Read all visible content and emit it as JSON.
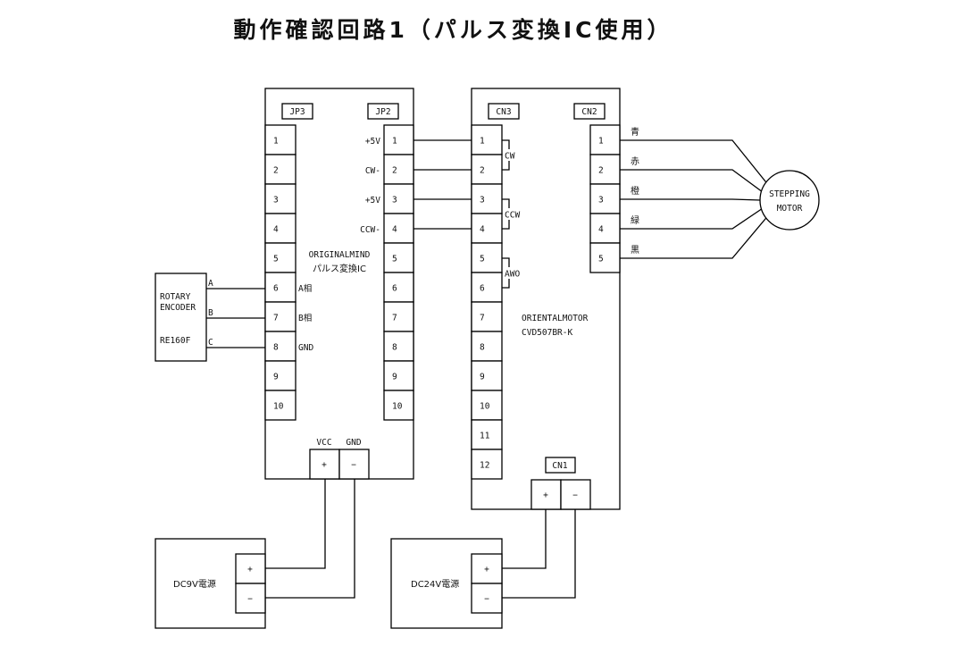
{
  "title": "動作確認回路1（パルス変換IC使用）",
  "board_pulse_ic": {
    "name_line1": "ORIGINALMIND",
    "name_line2": "パルス変換IC",
    "left_connector": "JP3",
    "right_connector": "JP2",
    "left_pins": [
      "1",
      "2",
      "3",
      "4",
      "5",
      "6",
      "7",
      "8",
      "9",
      "10"
    ],
    "right_pins": [
      "1",
      "2",
      "3",
      "4",
      "5",
      "6",
      "7",
      "8",
      "9",
      "10"
    ],
    "left_pin_labels": {
      "6": "A相",
      "7": "B相",
      "8": "GND"
    },
    "right_pin_labels": {
      "1": "+5V",
      "2": "CW-",
      "3": "+5V",
      "4": "CCW-"
    },
    "power_labels": [
      "VCC",
      "GND"
    ],
    "power_terminals": [
      "+",
      "−"
    ]
  },
  "board_driver": {
    "name_line1": "ORIENTALMOTOR",
    "name_line2": "CVD507BR-K",
    "left_connector": "CN3",
    "right_connector": "CN2",
    "power_connector": "CN1",
    "left_pins": [
      "1",
      "2",
      "3",
      "4",
      "5",
      "6",
      "7",
      "8",
      "9",
      "10",
      "11",
      "12"
    ],
    "right_pins": [
      "1",
      "2",
      "3",
      "4",
      "5"
    ],
    "pin_groups": [
      {
        "label": "CW",
        "pins": [
          "1",
          "2"
        ]
      },
      {
        "label": "CCW",
        "pins": [
          "3",
          "4"
        ]
      },
      {
        "label": "AWO",
        "pins": [
          "5",
          "6"
        ]
      }
    ],
    "power_terminals": [
      "+",
      "−"
    ]
  },
  "encoder": {
    "line1": "ROTARY",
    "line2": "ENCODER",
    "model": "RE160F",
    "outputs": [
      "A",
      "B",
      "C"
    ]
  },
  "motor": {
    "line1": "STEPPING",
    "line2": "MOTOR",
    "wire_colors": [
      "青",
      "赤",
      "橙",
      "緑",
      "黒"
    ]
  },
  "psu_9v": {
    "label": "DC9V電源",
    "terminals": [
      "+",
      "−"
    ]
  },
  "psu_24v": {
    "label": "DC24V電源",
    "terminals": [
      "+",
      "−"
    ]
  }
}
